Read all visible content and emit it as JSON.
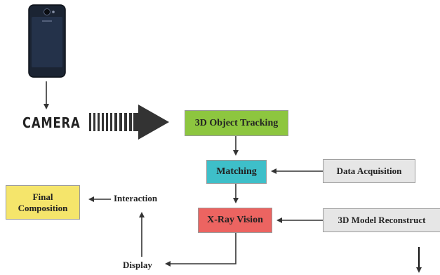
{
  "diagram": {
    "camera_label": "CAMERA",
    "nodes": {
      "tracking": "3D Object Tracking",
      "matching": "Matching",
      "xray": "X-Ray Vision",
      "acquisition": "Data Acquisition",
      "reconstruct": "3D Model Reconstruct",
      "final": "Final Composition"
    },
    "labels": {
      "interaction": "Interaction",
      "display": "Display"
    },
    "colors": {
      "tracking": "#8dc63f",
      "matching": "#3ebfc9",
      "xray": "#ec6461",
      "acquisition": "#e6e6e6",
      "reconstruct": "#e6e6e6",
      "final": "#f5e56b",
      "arrow": "#333333"
    },
    "icons": [
      "phone-icon",
      "big-arrow-icon"
    ]
  }
}
